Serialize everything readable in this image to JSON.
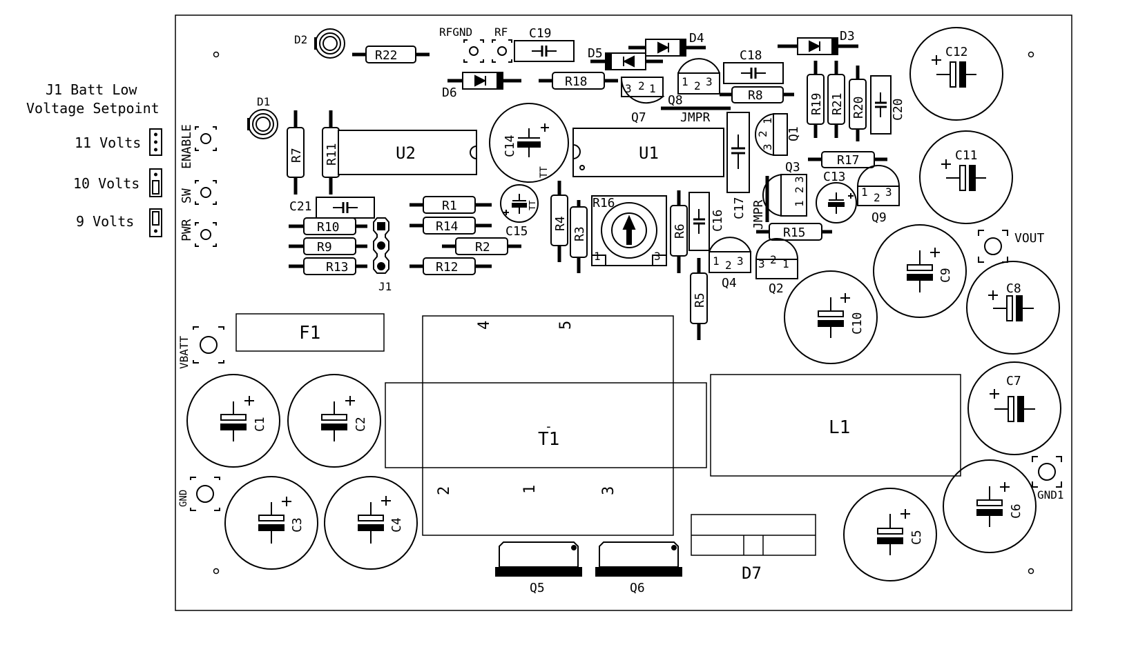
{
  "legend": {
    "title_line1": "J1 Batt Low",
    "title_line2": "Voltage Setpoint",
    "settings": [
      "11 Volts",
      "10 Volts",
      "9 Volts"
    ]
  },
  "connectors": {
    "enable": "ENABLE",
    "sw": "SW",
    "pwr": "PWR",
    "vbatt": "VBATT",
    "gnd": "GND",
    "gnd1": "GND1",
    "vout": "VOUT",
    "rfgnd": "RFGND",
    "rf": "RF",
    "jmpr": "JMPR",
    "jmpr2": "JMPR"
  },
  "resistors": [
    "R22",
    "R18",
    "R8",
    "R19",
    "R21",
    "R20",
    "R17",
    "R15",
    "R7",
    "R11",
    "R1",
    "R14",
    "R2",
    "R10",
    "R12",
    "R9",
    "R13",
    "R4",
    "R3",
    "R6",
    "R5",
    "R16"
  ],
  "capacitors": [
    "C19",
    "C18",
    "C20",
    "C12",
    "C11",
    "C14",
    "C15",
    "C13",
    "C17",
    "C16",
    "C21",
    "C9",
    "C10",
    "C8",
    "C7",
    "C6",
    "C5",
    "C1",
    "C2",
    "C3",
    "C4"
  ],
  "diodes": [
    "D1",
    "D2",
    "D3",
    "D4",
    "D5",
    "D6",
    "D7"
  ],
  "transistors": [
    "Q1",
    "Q2",
    "Q3",
    "Q4",
    "Q5",
    "Q6",
    "Q7",
    "Q8",
    "Q9"
  ],
  "ics": [
    "U1",
    "U2",
    "J1"
  ],
  "magnetics": {
    "f1": "F1",
    "t1": "T1",
    "t1_minus": "-",
    "l1": "L1",
    "pins": [
      "4",
      "5",
      "2",
      "1",
      "3"
    ]
  },
  "pin_numbers": [
    "1",
    "2",
    "3"
  ],
  "polarity": "+",
  "tt": "TT"
}
